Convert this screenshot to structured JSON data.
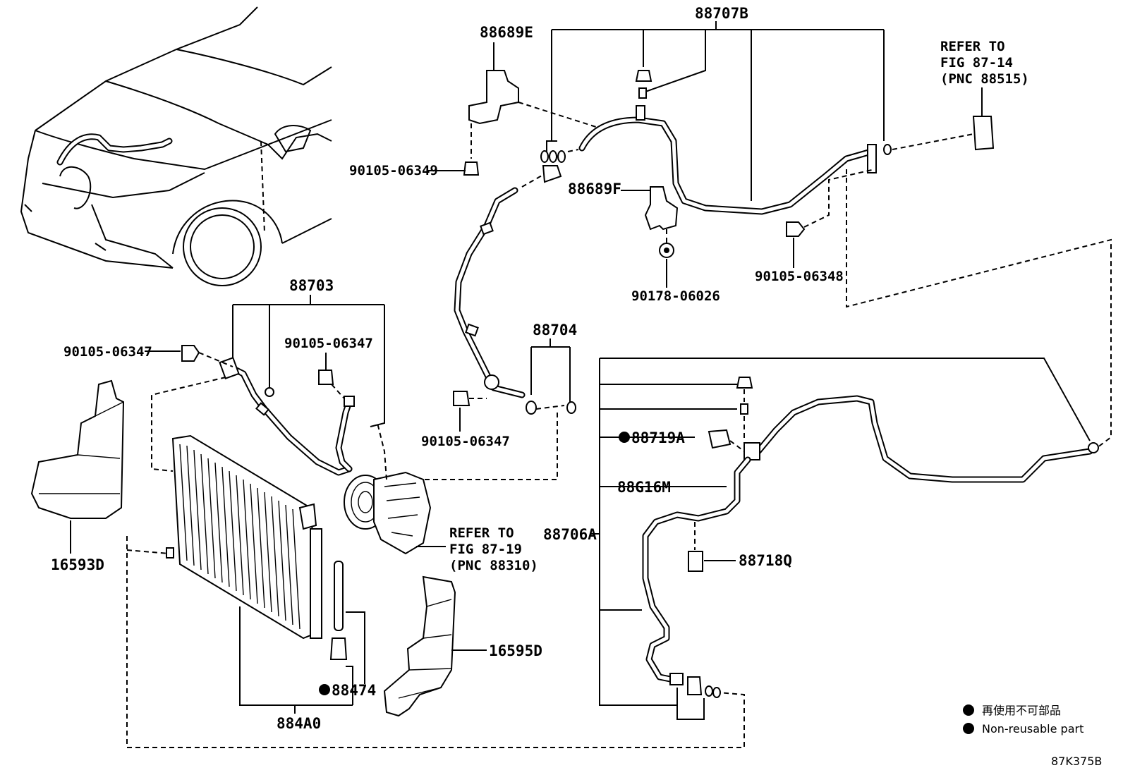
{
  "figure_id": "87K375B",
  "labels": {
    "p88707B": "88707B",
    "p88689E": "88689E",
    "p90105_06349": "90105-06349",
    "p88689F": "88689F",
    "p90105_06348": "90105-06348",
    "p90178_06026": "90178-06026",
    "ref1_l1": "REFER TO",
    "ref1_l2": "FIG 87-14",
    "ref1_l3": "(PNC 88515)",
    "p88703": "88703",
    "p90105_06347_a": "90105-06347",
    "p90105_06347_b": "90105-06347",
    "p88704": "88704",
    "p90105_06347_c": "90105-06347",
    "p88719A": "88719A",
    "p88G16M": "88G16M",
    "p88706A": "88706A",
    "p88718Q": "88718Q",
    "ref2_l1": "REFER TO",
    "ref2_l2": "FIG 87-19",
    "ref2_l3": "(PNC 88310)",
    "p16593D": "16593D",
    "p16595D": "16595D",
    "p88474": "88474",
    "p884A0": "884A0"
  },
  "legend": {
    "jp": "再使用不可部品",
    "en": "Non-reusable part"
  }
}
